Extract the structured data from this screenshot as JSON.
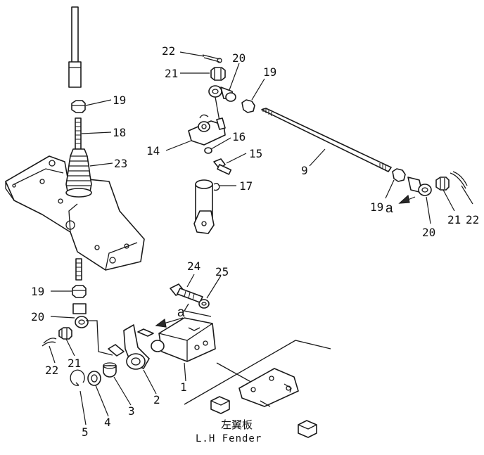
{
  "callouts": {
    "c22_top": "22",
    "c20_top": "20",
    "c21_top": "21",
    "c19_rod_left": "19",
    "c19_left_top": "19",
    "c18": "18",
    "c23": "23",
    "c14": "14",
    "c16": "16",
    "c15": "15",
    "c17": "17",
    "c9": "9",
    "c19_rod_right": "19",
    "c20_right": "20",
    "c21_right": "21",
    "c22_right": "22",
    "c24": "24",
    "c25": "25",
    "c19_lower": "19",
    "c20_lower": "20",
    "c21_lower": "21",
    "c22_lower": "22",
    "c1": "1",
    "c2": "2",
    "c3": "3",
    "c4": "4",
    "c5": "5"
  },
  "view_markers": {
    "a_right": "a",
    "a_lower": "a"
  },
  "fender": {
    "label_cn": "左翼板",
    "label_en": "L.H Fender"
  }
}
